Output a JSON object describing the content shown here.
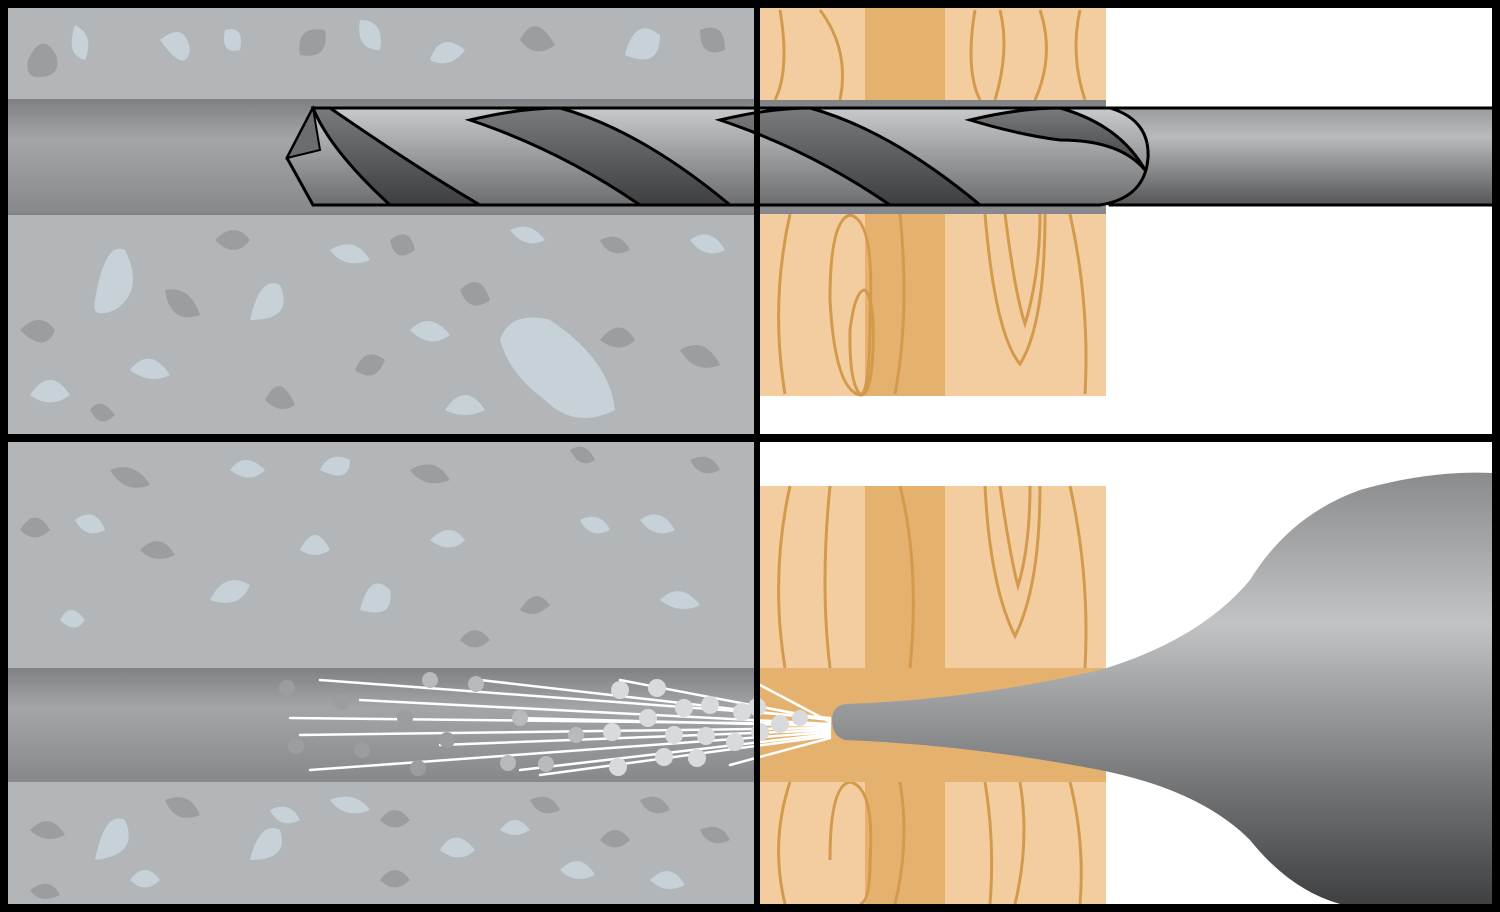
{
  "diagram": {
    "panels": [
      {
        "id": "drilling",
        "step": 1,
        "tool": "twist-drill-bit",
        "materials": [
          "concrete",
          "wood"
        ]
      },
      {
        "id": "cleaning",
        "step": 2,
        "tool": "blow-out-pump",
        "materials": [
          "concrete",
          "wood"
        ]
      }
    ]
  },
  "colors": {
    "frame": "#000000",
    "concrete": "#b3b6b9",
    "concrete_fleck_light": "#c7d1d8",
    "concrete_fleck_dark": "#9b9ea1",
    "hole": "#8f9194",
    "wood_light": "#f3cda0",
    "wood_dark": "#e4b26e",
    "wood_grain": "#d39a4d",
    "steel_light": "#b5b6b8",
    "steel_dark": "#5e5f61",
    "pump_light": "#a9aaac",
    "pump_dark": "#4a4b4d",
    "dust": "#d8dadc",
    "background": "#ffffff"
  }
}
